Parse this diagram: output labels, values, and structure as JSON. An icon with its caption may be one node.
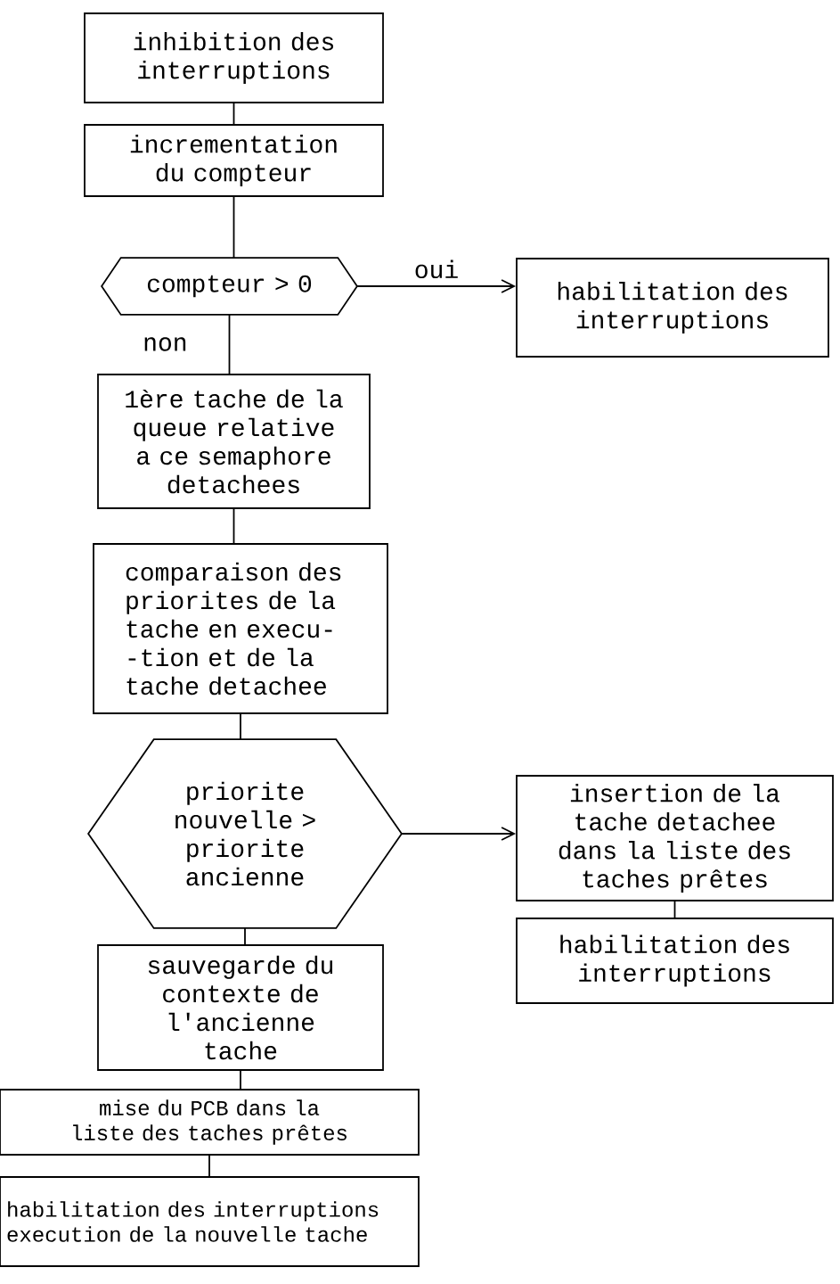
{
  "diagram": {
    "nodes": [
      {
        "text": [
          "inhibition des interruptions"
        ]
      },
      {
        "text": [
          "incrementation du compteur"
        ]
      },
      {
        "text": [
          "compteur > 0"
        ]
      },
      {
        "text": [
          "habilitation des interruptions"
        ]
      },
      {
        "text": [
          "1ère tache de la queue relative a ce semaphore detachees"
        ]
      },
      {
        "text": [
          "comparaison des priorites de la tache en execu- -tion et de la tache detachee"
        ]
      },
      {
        "text": [
          "priorite nouvelle > priorite ancienne"
        ]
      },
      {
        "text": [
          "insertion de la tache detachee dans la liste des taches prêtes"
        ]
      },
      {
        "text": [
          "habilitation des interruptions"
        ]
      },
      {
        "text": [
          "sauvegarde du contexte de l'ancienne tache"
        ]
      },
      {
        "text": [
          "mise du PCB dans la liste des taches prêtes"
        ]
      },
      {
        "text": [
          "habilitation des interruptions execution de la nouvelle tache"
        ]
      }
    ],
    "edges": [
      {
        "from": 0,
        "to": 1,
        "arrow": "none"
      },
      {
        "from": 1,
        "to": 2,
        "arrow": "none"
      },
      {
        "from": 2,
        "to": 3,
        "arrow": "to",
        "label": "oui"
      },
      {
        "from": 2,
        "to": 4,
        "arrow": "none",
        "label": "non"
      },
      {
        "from": 4,
        "to": 5,
        "arrow": "none"
      },
      {
        "from": 5,
        "to": 6,
        "arrow": "none"
      },
      {
        "from": 6,
        "to": 7,
        "arrow": "to"
      },
      {
        "from": 7,
        "to": 8,
        "arrow": "none"
      },
      {
        "from": 6,
        "to": 9,
        "arrow": "none"
      },
      {
        "from": 9,
        "to": 10,
        "arrow": "none"
      },
      {
        "from": 10,
        "to": 11,
        "arrow": "none"
      }
    ]
  }
}
